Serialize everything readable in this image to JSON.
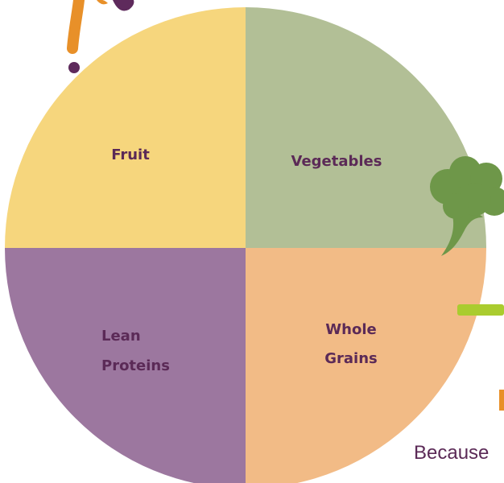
{
  "plate": {
    "quadrants": {
      "fruit": "Fruit",
      "vegetables": "Vegetables",
      "lean_proteins_line1": "Lean",
      "lean_proteins_line2": "Proteins",
      "whole_grains_line1": "Whole",
      "whole_grains_line2": "Grains"
    }
  },
  "footer": {
    "because_text": "Because"
  },
  "colors": {
    "fruit": "#f6d67d",
    "vegetables": "#b2bf96",
    "lean_proteins": "#9c779f",
    "whole_grains": "#f2bb86",
    "label_text": "#5b2a57",
    "broccoli": "#6e9749",
    "accent_orange": "#e89029",
    "accent_purple": "#5e2a5c",
    "accent_green": "#aacc2f"
  },
  "icons": [
    "exclamation-accent-icon",
    "broccoli-icon"
  ]
}
